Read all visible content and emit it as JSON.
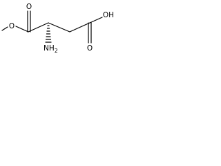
{
  "molecule": {
    "atoms": {
      "o_carbonyl_ester": "O",
      "o_ester": "O",
      "o_carbonyl_acid": "O",
      "hydroxyl": "OH",
      "amine_main": "NH",
      "amine_sub": "2"
    },
    "colors": {
      "bond": "#000000",
      "label": "#000000",
      "background": "#ffffff"
    }
  }
}
